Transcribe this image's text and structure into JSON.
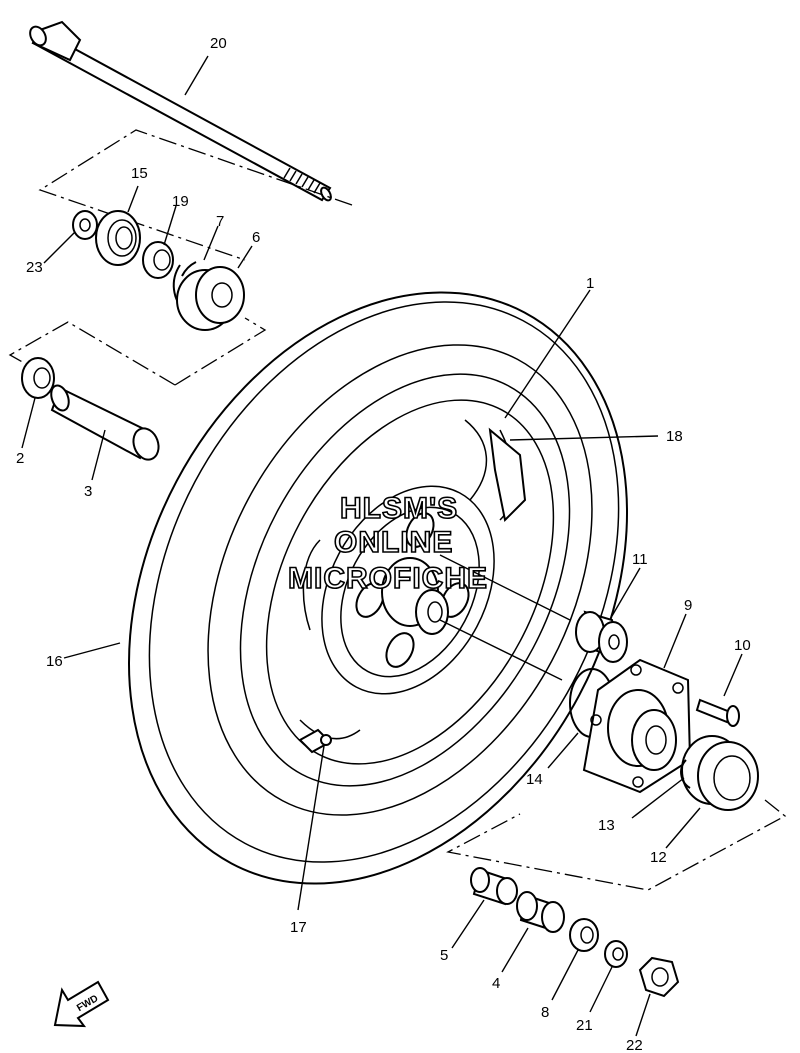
{
  "watermark": {
    "line1": "HLSM'S",
    "line2": "ONLINE",
    "line3": "MICROFICHE"
  },
  "direction_arrow": {
    "text": "FWD",
    "icon": "forward-arrow-icon"
  },
  "callouts": {
    "c1": "1",
    "c2": "2",
    "c3": "3",
    "c4": "4",
    "c5": "5",
    "c6": "6",
    "c7": "7",
    "c8": "8",
    "c9": "9",
    "c10": "10",
    "c11": "11",
    "c12": "12",
    "c13": "13",
    "c14": "14",
    "c15": "15",
    "c16": "16",
    "c17": "17",
    "c18": "18",
    "c19": "19",
    "c20": "20",
    "c21": "21",
    "c22": "22",
    "c23": "23"
  }
}
